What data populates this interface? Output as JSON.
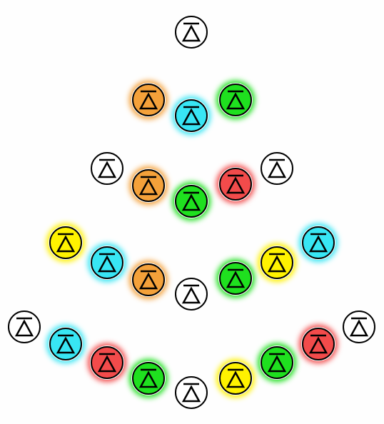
{
  "colors": {
    "white": "#ffffff",
    "orange": "#f4a13a",
    "cyan": "#38e6f4",
    "green": "#1fe01f",
    "red": "#f24b4b",
    "yellow": "#fff200",
    "outline": "#000000"
  },
  "icon": "triangle-token-icon",
  "rows": [
    {
      "tokens": [
        {
          "color": "white"
        }
      ]
    },
    {
      "tokens": [
        {
          "color": "orange"
        },
        {
          "color": "cyan"
        },
        {
          "color": "green"
        }
      ]
    },
    {
      "tokens": [
        {
          "color": "white"
        },
        {
          "color": "orange"
        },
        {
          "color": "green"
        },
        {
          "color": "red"
        },
        {
          "color": "white"
        }
      ]
    },
    {
      "tokens": [
        {
          "color": "yellow"
        },
        {
          "color": "cyan"
        },
        {
          "color": "orange"
        },
        {
          "color": "white"
        },
        {
          "color": "green"
        },
        {
          "color": "yellow"
        },
        {
          "color": "cyan"
        }
      ]
    },
    {
      "tokens": [
        {
          "color": "white"
        },
        {
          "color": "cyan"
        },
        {
          "color": "red"
        },
        {
          "color": "green"
        },
        {
          "color": "white"
        },
        {
          "color": "yellow"
        },
        {
          "color": "green"
        },
        {
          "color": "red"
        },
        {
          "color": "white"
        }
      ]
    }
  ]
}
